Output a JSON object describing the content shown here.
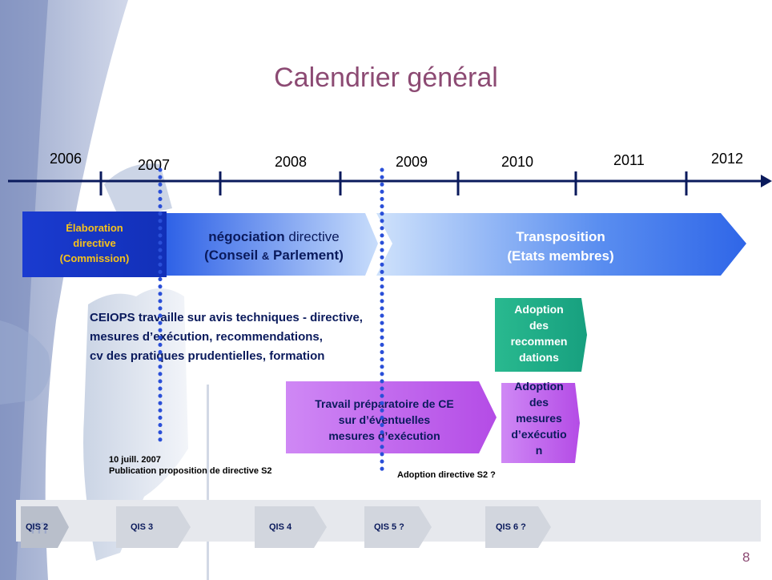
{
  "slide": {
    "title": "Calendrier général",
    "page_number": "8"
  },
  "timeline": {
    "years": [
      "2006",
      "2007",
      "2008",
      "2009",
      "2010",
      "2011",
      "2012"
    ]
  },
  "phases": {
    "elaboration": {
      "line1": "Élaboration",
      "line2": "directive",
      "line3": "(Commission)"
    },
    "negociation": {
      "word1": "négociation",
      "word2": " directive",
      "line2a": "(Conseil ",
      "line2amp": "&",
      "line2b": " Parlement)"
    },
    "transposition": {
      "line1": "Transposition",
      "line2": "(Etats membres)"
    }
  },
  "ceiops": {
    "line1": "CEIOPS travaille sur avis techniques - directive,",
    "line2": "mesures d’exécution, recommendations,",
    "line3": "cv des pratiques prudentielles, formation"
  },
  "boxes": {
    "travail": {
      "line1": "Travail préparatoire de CE",
      "line2": "sur d’éventuelles",
      "line3": "mesures d’exécution"
    },
    "adoption_recommendations": {
      "line1": "Adoption",
      "line2": "des",
      "line3": "recommen",
      "line4": "dations"
    },
    "adoption_mesures": {
      "line1": "Adoption",
      "line2": "des",
      "line3": "mesures",
      "line4": "d’exécutio",
      "line5": "n"
    }
  },
  "notes": {
    "date": "10 juill. 2007",
    "publication": "Publication proposition de directive S2",
    "adoption": "Adoption directive S2 ?"
  },
  "qis": {
    "items": [
      "QIS 2",
      "QIS 3",
      "QIS 4",
      "QIS 5 ?",
      "QIS 6 ?"
    ]
  },
  "colors": {
    "timeline": "#0a1a5c",
    "title": "#8c4a73",
    "elaboration_text": "#f7c21a",
    "dots": "#2a4fd8",
    "green_box": "#1fae8a",
    "purple_box": "#c86cf0"
  }
}
